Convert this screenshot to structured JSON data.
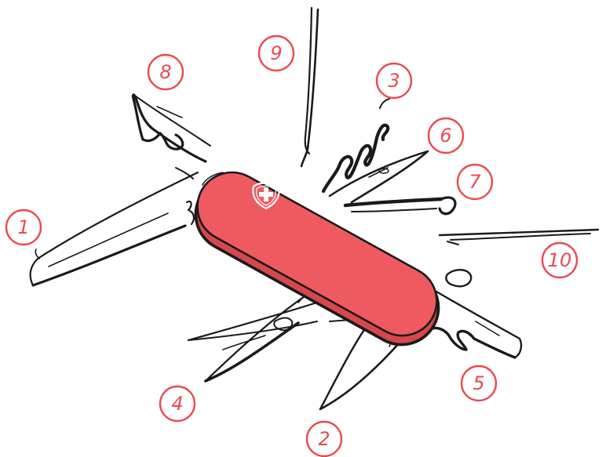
{
  "diagram": {
    "colors": {
      "handle": "#ef5a61",
      "handle_shadow": "#d7474d",
      "ink": "#1a1a1a",
      "callout": "#ea4a4f",
      "emblem": "#ffffff"
    },
    "emblem_icon": "swiss-cross-shield-icon",
    "callouts": [
      {
        "id": "c1",
        "label": "1"
      },
      {
        "id": "c2",
        "label": "2"
      },
      {
        "id": "c3",
        "label": "3"
      },
      {
        "id": "c4",
        "label": "4"
      },
      {
        "id": "c5",
        "label": "5"
      },
      {
        "id": "c6",
        "label": "6"
      },
      {
        "id": "c7",
        "label": "7"
      },
      {
        "id": "c8",
        "label": "8"
      },
      {
        "id": "c9",
        "label": "9"
      },
      {
        "id": "c10",
        "label": "10"
      }
    ]
  }
}
